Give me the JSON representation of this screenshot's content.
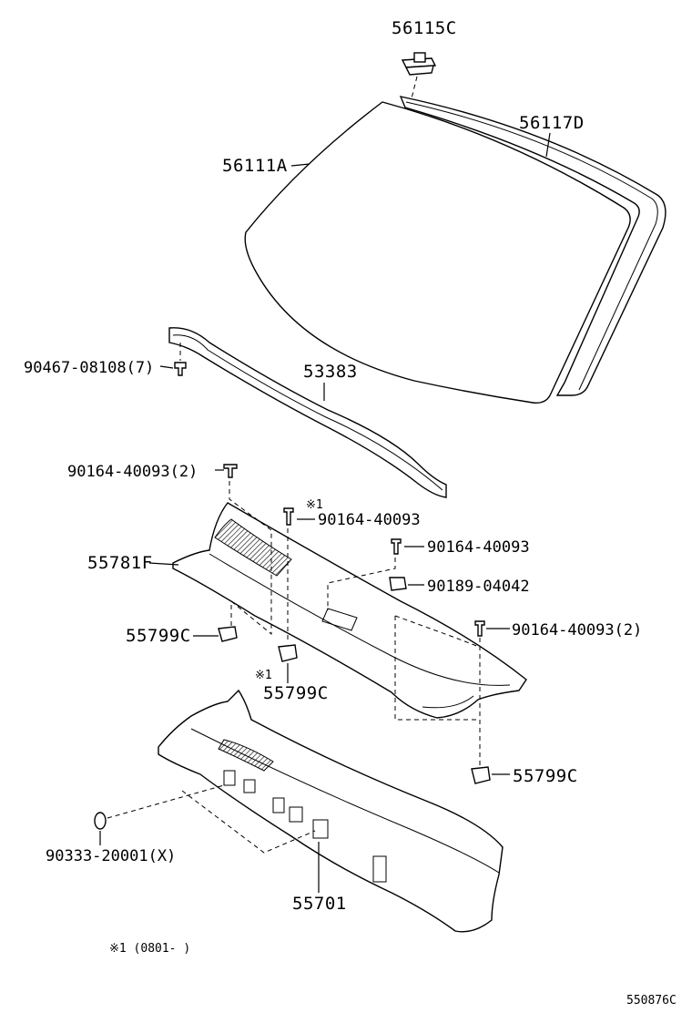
{
  "parts": {
    "p56115C": "56115C",
    "p56117D": "56117D",
    "p56111A": "56111A",
    "p90467": "90467-08108(7)",
    "p53383": "53383",
    "p90164_top": "90164-40093(2)",
    "note_mark": "※1",
    "p90164_a": "90164-40093",
    "p90164_b": "90164-40093",
    "p55781F": "55781F",
    "p90189": "90189-04042",
    "p55799C_left": "55799C",
    "p90164_right": "90164-40093(2)",
    "p55799C_mid_mark": "※1",
    "p55799C_mid": "55799C",
    "p55799C_right": "55799C",
    "p90333": "90333-20001(X)",
    "p55701": "55701"
  },
  "footnote": "※1 (0801-    )",
  "figure_id": "550876C",
  "icons": [
    "windshield-glass",
    "windshield-molding",
    "retainer-clip",
    "cowl-seal",
    "cowl-louver",
    "cowl-panel",
    "screw",
    "nut",
    "plug"
  ]
}
